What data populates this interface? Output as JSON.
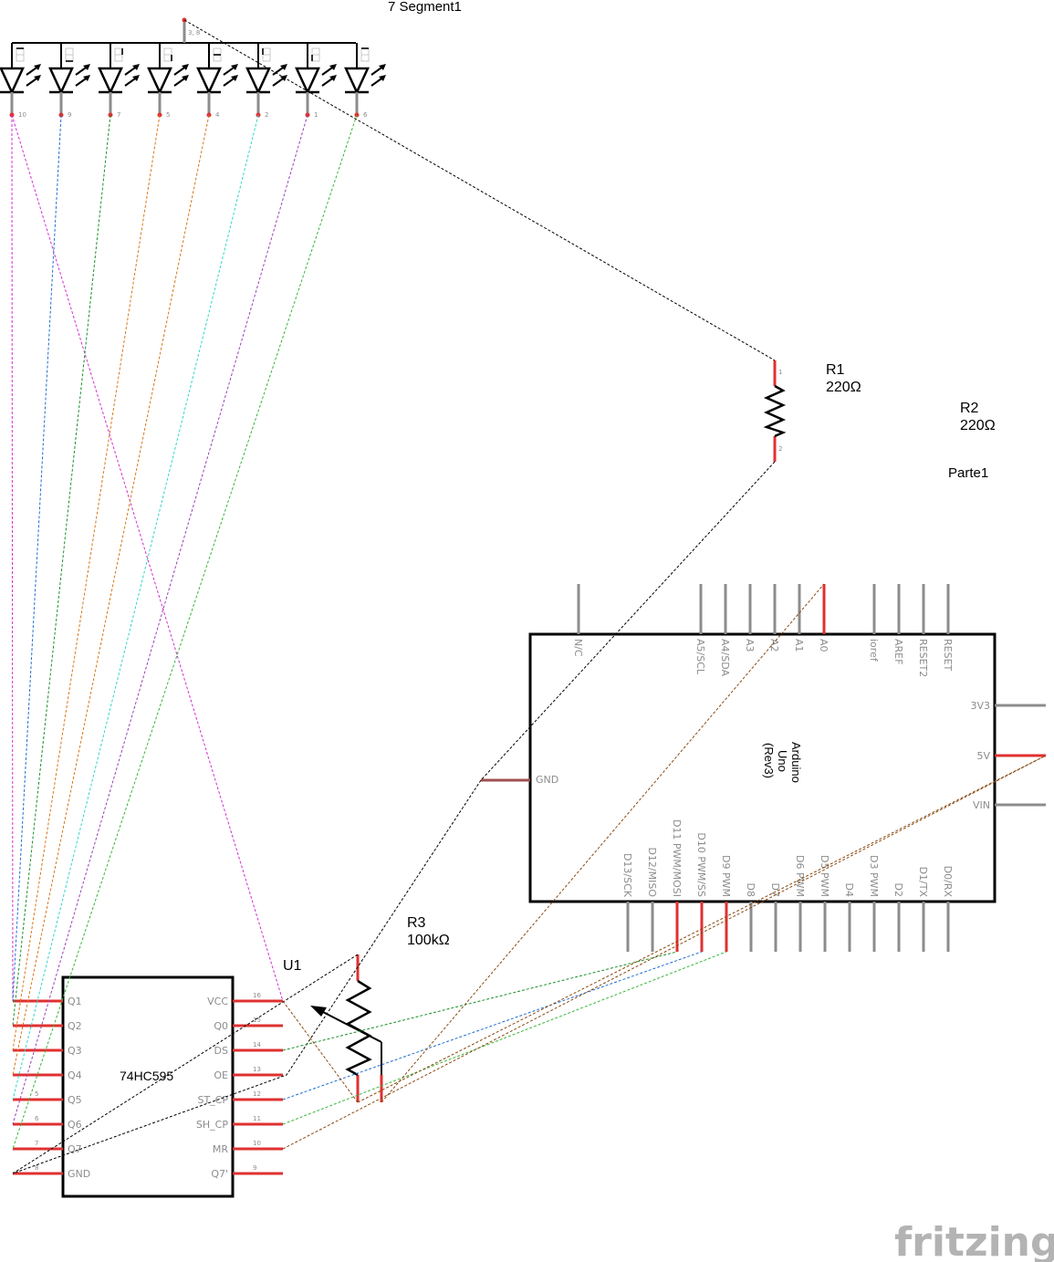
{
  "display": {
    "label": "7 Segment1",
    "pin_numbers": [
      "10",
      "9",
      "7",
      "5",
      "4",
      "2",
      "1",
      "6"
    ],
    "common_pin_label": "3, 8"
  },
  "r1": {
    "name": "R1",
    "value": "220Ω",
    "pin1": "1",
    "pin2": "2"
  },
  "r2": {
    "name": "R2",
    "value": "220Ω"
  },
  "part1": {
    "name": "Parte1"
  },
  "arduino": {
    "title_lines": [
      "Arduino",
      "Uno",
      "(Rev3)"
    ],
    "top_pins": [
      "N/C",
      "A5/SCL",
      "A4/SDA",
      "A3",
      "A2",
      "A1",
      "A0",
      "ioref",
      "AREF",
      "RESET2",
      "RESET"
    ],
    "right_pins": [
      "3V3",
      "5V",
      "VIN"
    ],
    "left_pins": [
      "GND"
    ],
    "bottom_pins": [
      "D13/SCK",
      "D12/MISO",
      "D11 PWM/MOSI",
      "D10 PWM/SS",
      "D9 PWM",
      "D8",
      "D7",
      "D6 PWM",
      "D5 PWM",
      "D4",
      "D3 PWM",
      "D2",
      "D1/TX",
      "D0/RX"
    ]
  },
  "r3": {
    "name": "R3",
    "value": "100kΩ"
  },
  "u1": {
    "name": "U1",
    "chip": "74HC595",
    "left_pins": [
      "Q1",
      "Q2",
      "Q3",
      "Q4",
      "Q5",
      "Q6",
      "Q7",
      "GND"
    ],
    "left_nums": [
      "",
      "",
      "",
      "",
      "5",
      "6",
      "7",
      "8"
    ],
    "right_pins": [
      "VCC",
      "Q0",
      "DS",
      "OE",
      "ST_CP",
      "SH_CP",
      "MR",
      "Q7'"
    ],
    "right_nums": [
      "16",
      "15",
      "14",
      "13",
      "12",
      "11",
      "10",
      "9"
    ]
  },
  "watermark": "fritzing",
  "wire_colors": {
    "black": "#000000",
    "magenta": "#d62fd2",
    "blue": "#1f6fce",
    "green": "#1a8f2a",
    "orange": "#d9771a",
    "cyan": "#30d6c8",
    "purple": "#9a42b8",
    "lime": "#38b63a",
    "brown": "#8a4a10",
    "pin_red": "#e03030"
  }
}
